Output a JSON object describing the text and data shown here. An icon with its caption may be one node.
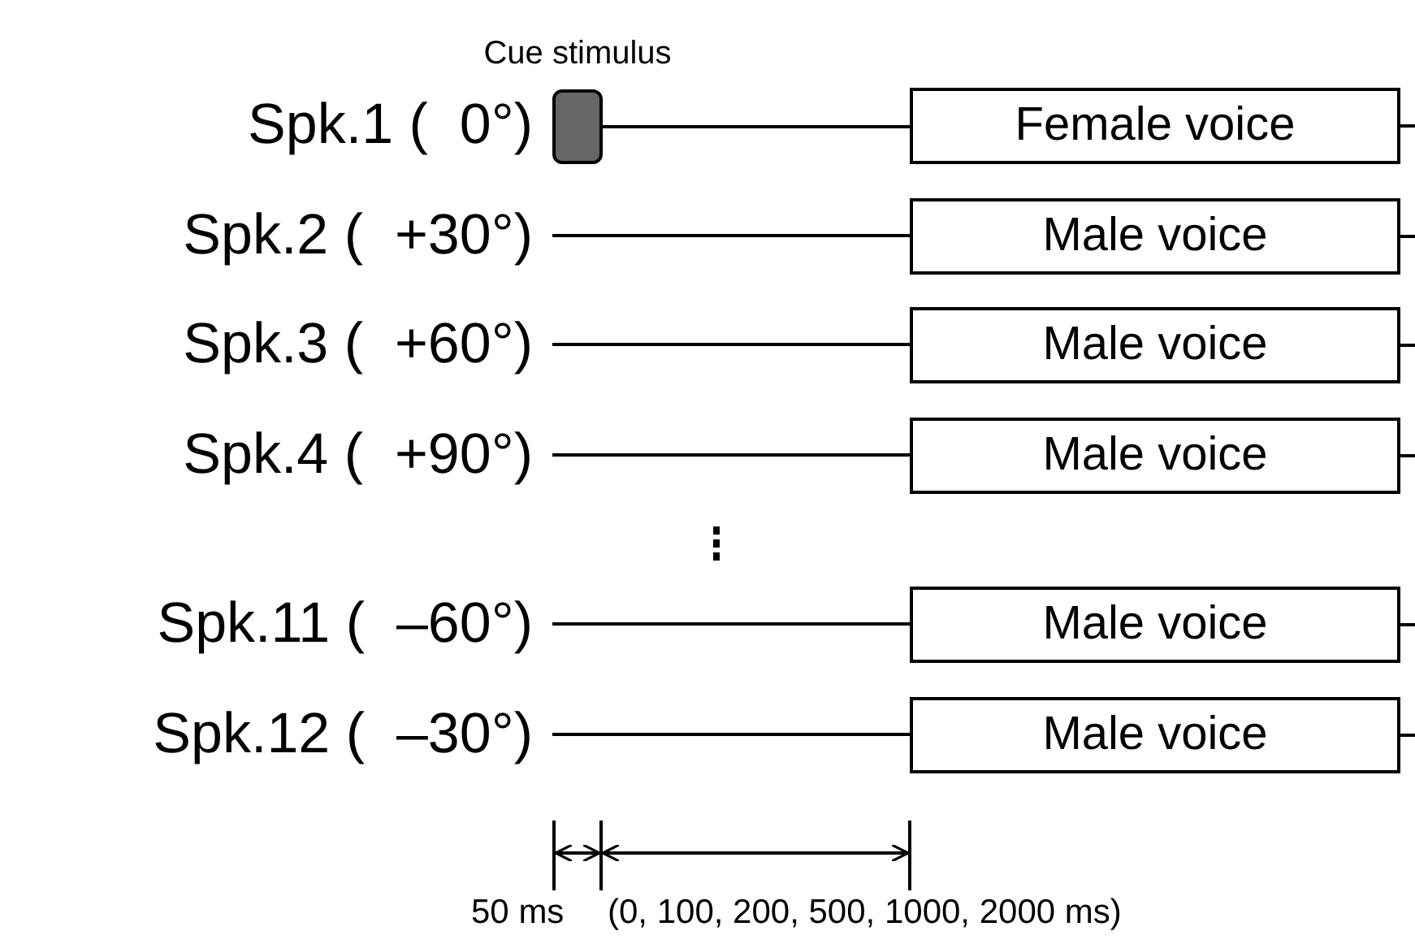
{
  "diagram": {
    "nodes": [
      {
        "text": [
          "Spk.1 (  0°)"
        ]
      },
      {
        "text": [],
        "shape": "box",
        "beside": [
          "Cue stimulus"
        ]
      },
      {
        "text": [
          "Female voice"
        ]
      },
      {
        "text": [
          "Spk.2 (  +30°)"
        ]
      },
      {
        "text": [
          "Male voice"
        ]
      },
      {
        "text": [
          "Spk.3 (  +60°)"
        ]
      },
      {
        "text": [
          "Male voice"
        ]
      },
      {
        "text": [
          "Spk.4 (  +90°)"
        ]
      },
      {
        "text": [
          "Male voice"
        ]
      },
      {
        "text": [
          "Spk.11 (  –60°)"
        ]
      },
      {
        "text": [
          "Male voice"
        ]
      },
      {
        "text": [
          "Spk.12 (  –30°)"
        ]
      },
      {
        "text": [
          "Male voice"
        ]
      }
    ],
    "edges": [
      {
        "from": 1,
        "to": 2,
        "arrow": "none"
      },
      {
        "from": 3,
        "to": 4,
        "arrow": "none"
      },
      {
        "from": 5,
        "to": 6,
        "arrow": "none"
      },
      {
        "from": 7,
        "to": 8,
        "arrow": "none"
      },
      {
        "from": 9,
        "to": 10,
        "arrow": "none"
      },
      {
        "from": 11,
        "to": 12,
        "arrow": "none"
      },
      {
        "from": 2,
        "to": null,
        "arrow": "none"
      },
      {
        "from": 4,
        "to": null,
        "arrow": "none"
      },
      {
        "from": 6,
        "to": null,
        "arrow": "none"
      },
      {
        "from": 8,
        "to": null,
        "arrow": "none"
      },
      {
        "from": 10,
        "to": null,
        "arrow": "none"
      },
      {
        "from": 12,
        "to": null,
        "arrow": "none"
      }
    ],
    "labels": [
      "50 ms",
      "(0, 100, 200, 500, 1000, 2000 ms)"
    ]
  }
}
